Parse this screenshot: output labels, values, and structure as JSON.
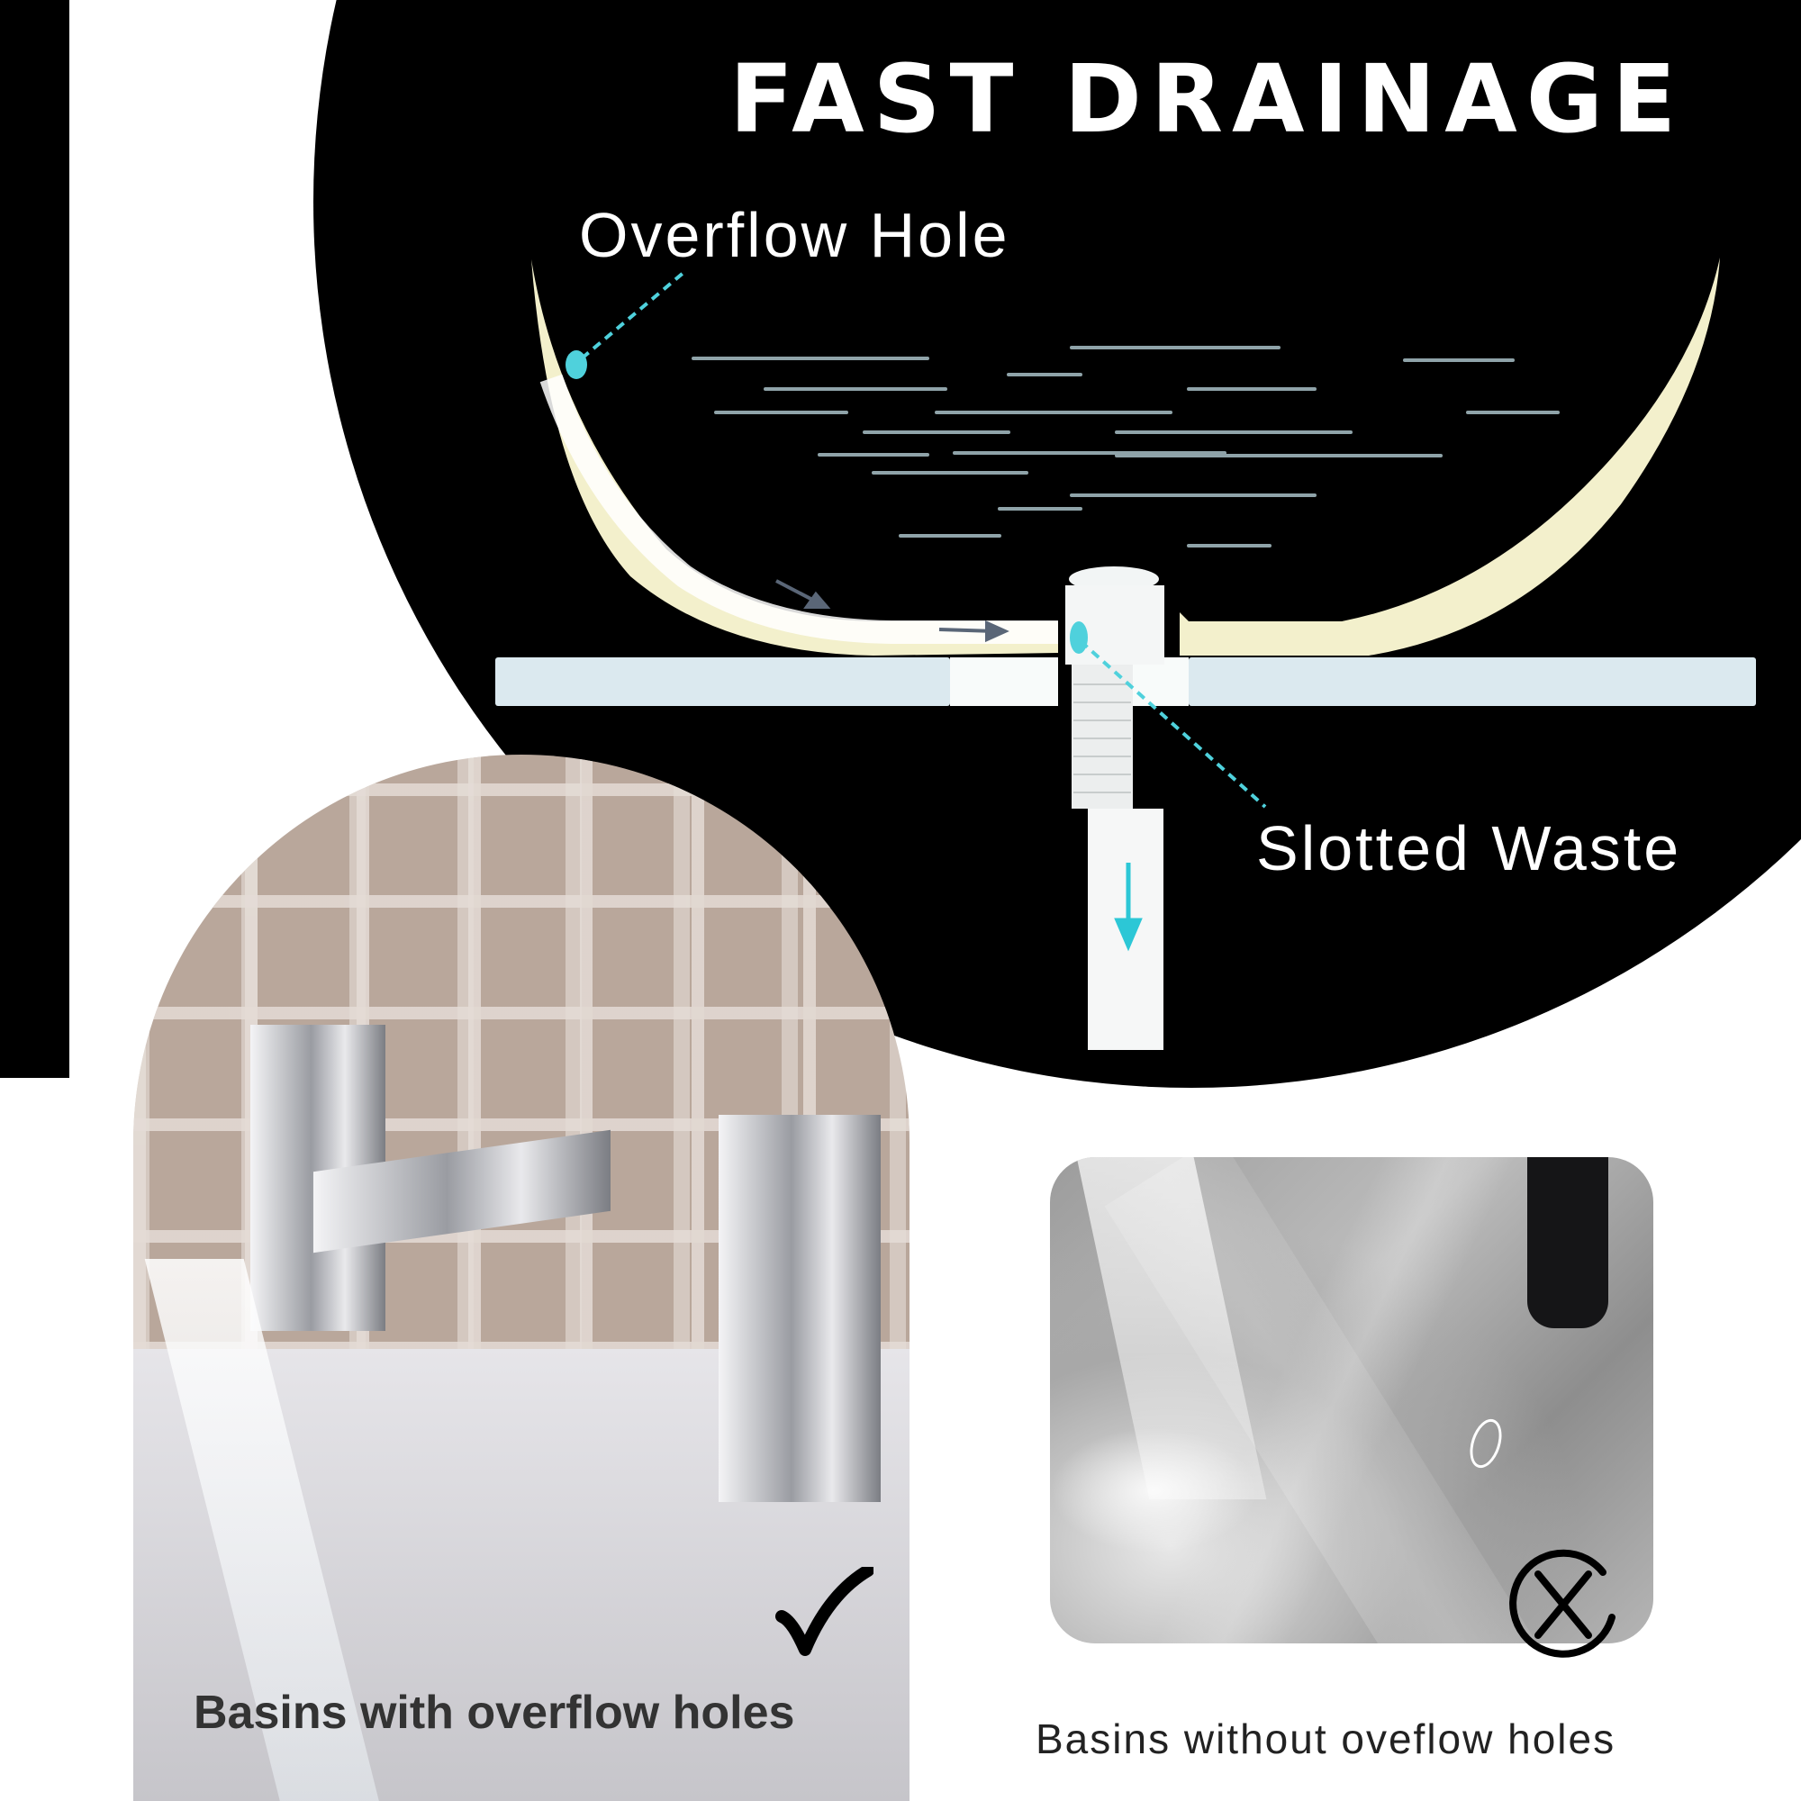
{
  "header": {
    "title": "FAST DRAINAGE"
  },
  "diagram": {
    "labels": {
      "overflow_hole": "Overflow Hole",
      "slotted_waste": "Slotted Waste"
    },
    "colors": {
      "background": "#000000",
      "basin": "#f3f0cc",
      "countertop": "#dbe9ef",
      "callout": "#4fd1dc",
      "flow_arrow": "#5a6677",
      "drain_arrow": "#2cc7d6",
      "water_lines": "#8fa3a9"
    },
    "icons": [
      "flow-arrow-icon",
      "flow-arrow-icon",
      "drain-down-arrow-icon"
    ]
  },
  "comparison": {
    "with_overflow": {
      "caption": "Basins with overflow holes",
      "status_icon": "check-icon"
    },
    "without_overflow": {
      "caption": "Basins without oveflow holes",
      "status_icon": "x-circle-icon"
    }
  }
}
